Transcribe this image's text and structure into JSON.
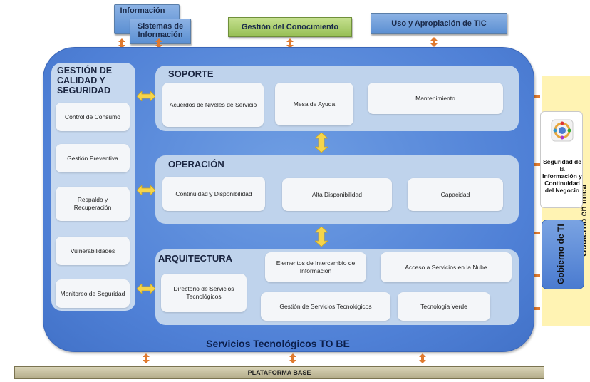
{
  "top": {
    "informacion": "Información",
    "sistemas": "Sistemas de Información",
    "gestion_conocimiento": "Gestión del Conocimiento",
    "uso_apropiacion": "Uso y Apropiación de TIC"
  },
  "calidad": {
    "title": "GESTIÓN DE CALIDAD Y SEGURIDAD",
    "items": [
      "Control  de Consumo",
      "Gestión Preventiva",
      "Respaldo y Recuperación",
      "Vulnerabilidades",
      "Monitoreo de Seguridad"
    ]
  },
  "soporte": {
    "title": "SOPORTE",
    "items": [
      "Acuerdos de Niveles de Servicio",
      "Mesa de Ayuda",
      "Mantenimiento"
    ]
  },
  "operacion": {
    "title": "OPERACIÓN",
    "items": [
      "Continuidad y Disponibilidad",
      "Alta Disponibilidad",
      "Capacidad"
    ]
  },
  "arquitectura": {
    "title": "ARQUITECTURA",
    "items": [
      "Directorio de Servicios Tecnológicos",
      "Elementos de Intercambio de Información",
      "Gestión de Servicios Tecnológicos",
      "Acceso a Servicios en la Nube",
      "Tecnología Verde"
    ]
  },
  "main_caption": "Servicios Tecnológicos TO BE",
  "base": "PLATAFORMA BASE",
  "right": {
    "seguridad": "Seguridad de la Información y Continuidad del Negocio",
    "gobierno_ti": "Gobierno de TI",
    "gobierno_linea": "Gobierno en línea"
  },
  "colors": {
    "arrow": "#e07a2e",
    "double_arrow": "#f6d54a",
    "main_blue": "#4f80d6"
  }
}
